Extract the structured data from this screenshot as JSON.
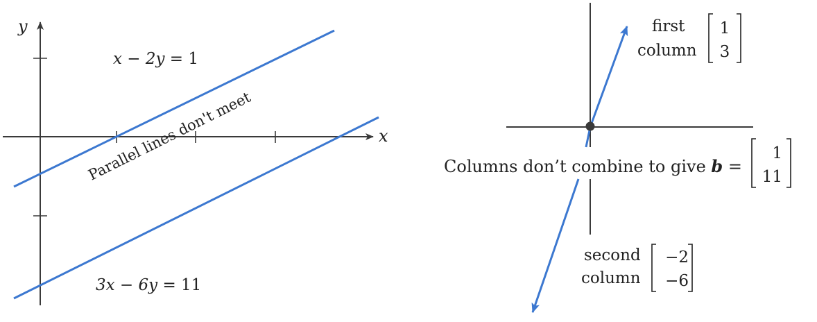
{
  "left_plot": {
    "axis_y_label": "y",
    "axis_x_label": "x",
    "eq1": {
      "lhs": "x − 2",
      "var": "y",
      "rhs": " = 1"
    },
    "eq2": {
      "lhs": "3x − 6",
      "var": "y",
      "rhs": " = 11"
    },
    "annotation": "Parallel lines don't meet"
  },
  "right_plot": {
    "first_column": {
      "label_line1": "first",
      "label_line2": "column",
      "top": "1",
      "bottom": "3"
    },
    "second_column": {
      "label_line1": "second",
      "label_line2": "column",
      "top": "−2",
      "bottom": "−6"
    },
    "statement": {
      "prefix": "Columns don’t combine to give ",
      "vector": "b",
      "equals": " ="
    },
    "b_vector": {
      "top": "1",
      "bottom": "11"
    }
  },
  "colors": {
    "line": "#3c78d0",
    "axis": "#3a3a3a",
    "text": "#222222"
  }
}
